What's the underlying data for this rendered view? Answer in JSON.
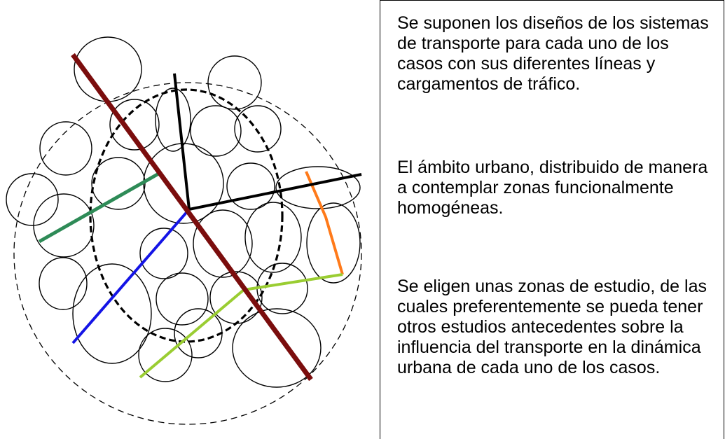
{
  "diagram": {
    "routes": [
      {
        "id": "red-line",
        "color": "#7b0d0d"
      },
      {
        "id": "black-line",
        "color": "#000000"
      },
      {
        "id": "green-line",
        "color": "#2e8b57"
      },
      {
        "id": "blue-line",
        "color": "#1414e6"
      },
      {
        "id": "orange-line",
        "color": "#ff7a1a"
      },
      {
        "id": "lime-line",
        "color": "#9acd32"
      }
    ]
  },
  "text": {
    "paragraph_1": "Se suponen los diseños de los sistemas de transporte para cada uno de los casos con sus diferentes líneas y cargamentos de tráfico.",
    "paragraph_2": "El ámbito urbano, distribuido de manera a contemplar zonas funcionalmente homogéneas.",
    "paragraph_3": "Se eligen unas zonas de estudio, de las cuales preferentemente se pueda tener otros estudios antecedentes sobre la influencia del transporte en la dinámica urbana de cada uno de los casos."
  }
}
